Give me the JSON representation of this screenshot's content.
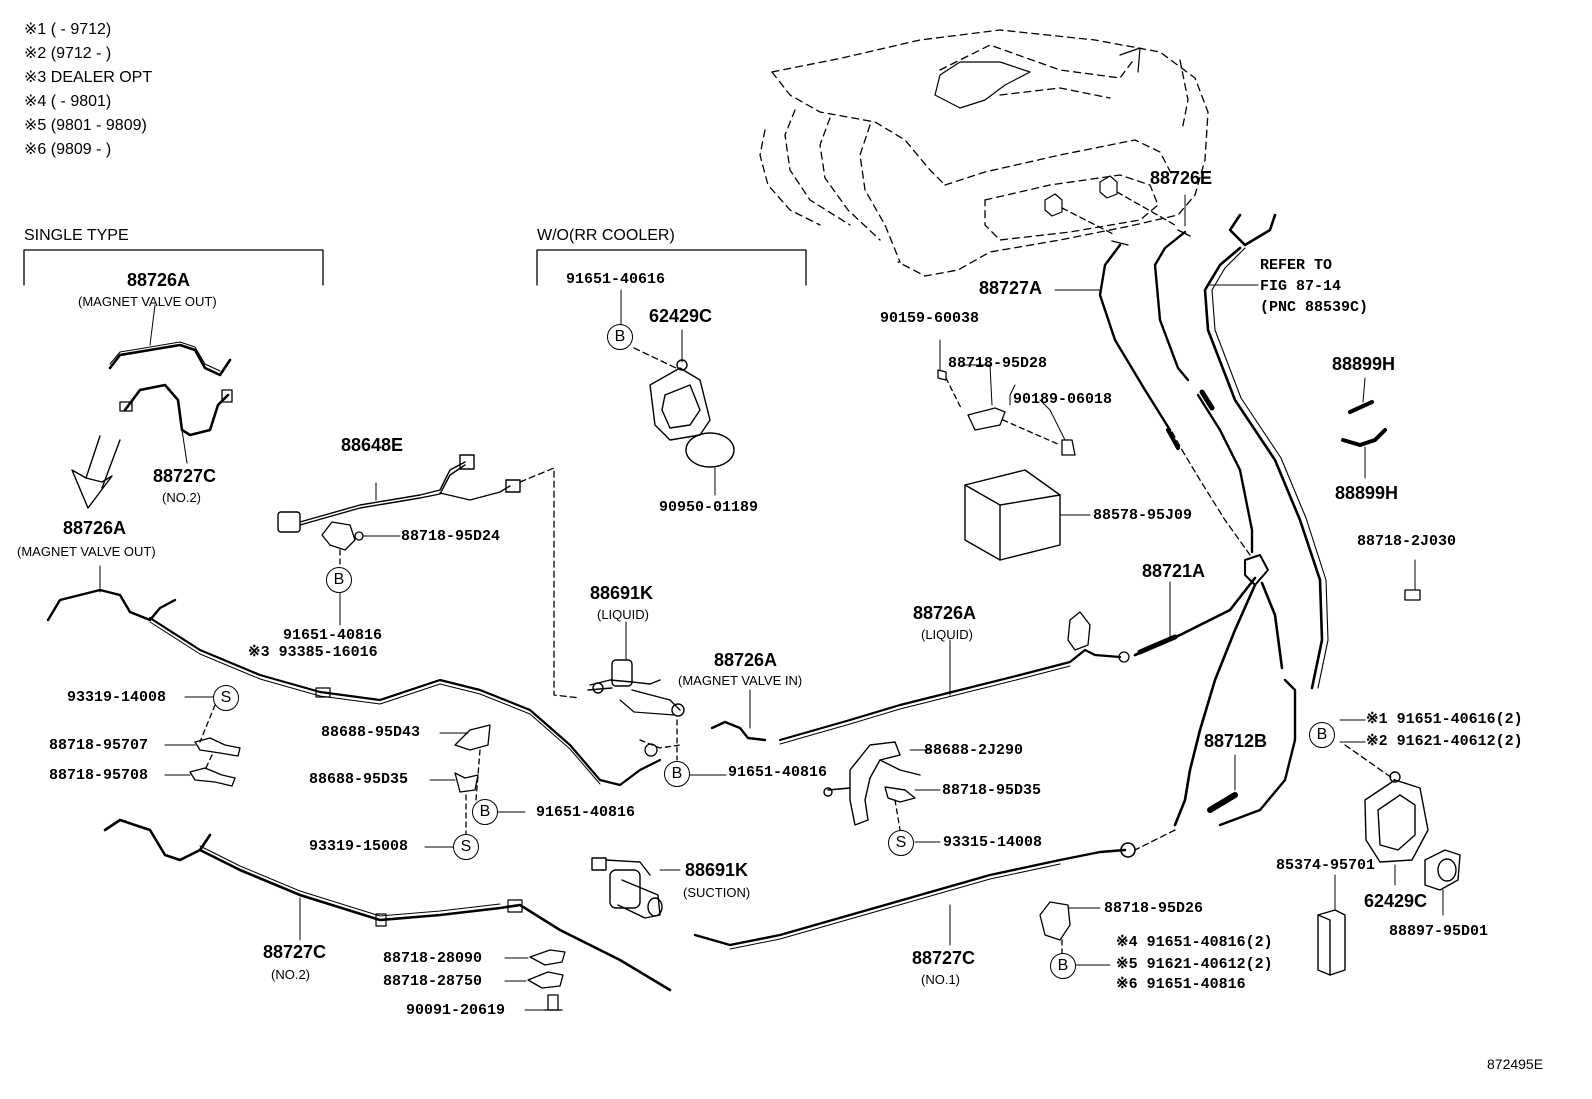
{
  "legend": [
    {
      "mark": "※1",
      "range": "(        - 9712)"
    },
    {
      "mark": "※2",
      "range": "(9712 -        )"
    },
    {
      "mark": "※3",
      "range": "DEALER OPT"
    },
    {
      "mark": "※4",
      "range": "(        - 9801)"
    },
    {
      "mark": "※5",
      "range": "(9801 - 9809)"
    },
    {
      "mark": "※6",
      "range": "(9809 -        )"
    }
  ],
  "groups": {
    "single_type": "SINGLE TYPE",
    "wo_rr_cooler": "W/O(RR COOLER)"
  },
  "callouts": {
    "b": "B",
    "s": "S"
  },
  "parts": {
    "p88726A_top": "88726A",
    "p88726A_top_sub": "(MAGNET VALVE OUT)",
    "p88727C_top": "88727C",
    "p88727C_top_sub": "(NO.2)",
    "p88726A_mid": "88726A",
    "p88726A_mid_sub": "(MAGNET VALVE OUT)",
    "p91651_40616_a": "91651-40616",
    "p62429C_a": "62429C",
    "p90950_01189": "90950-01189",
    "p88648E": "88648E",
    "p88718_95D24": "88718-95D24",
    "p91651_40816_a": "91651-40816",
    "p93385_16016": "※3 93385-16016",
    "p88691K_liq": "88691K",
    "p88691K_liq_sub": "(LIQUID)",
    "p88726A_magin": "88726A",
    "p88726A_magin_sub": "(MAGNET VALVE IN)",
    "p93319_14008": "93319-14008",
    "p88718_95707": "88718-95707",
    "p88718_95708": "88718-95708",
    "p88688_95D43": "88688-95D43",
    "p88688_95D35": "88688-95D35",
    "p91651_40816_b": "91651-40816",
    "p91651_40816_c": "91651-40816",
    "p93319_15008": "93319-15008",
    "p88691K_suc": "88691K",
    "p88691K_suc_sub": "(SUCTION)",
    "p88727C_bot": "88727C",
    "p88727C_bot_sub": "(NO.2)",
    "p88718_28090": "88718-28090",
    "p88718_28750": "88718-28750",
    "p90091_20619": "90091-20619",
    "p88726E": "88726E",
    "p88727A": "88727A",
    "refer1": "REFER TO",
    "refer2": "FIG 87-14",
    "refer3": "(PNC 88539C)",
    "p90159_60038": "90159-60038",
    "p88718_95D28": "88718-95D28",
    "p90189_06018": "90189-06018",
    "p88578_95J09": "88578-95J09",
    "p88899H_a": "88899H",
    "p88899H_b": "88899H",
    "p88718_2J030": "88718-2J030",
    "p88721A": "88721A",
    "p88726A_liq": "88726A",
    "p88726A_liq_sub": "(LIQUID)",
    "p88688_2J290": "88688-2J290",
    "p88718_95D35": "88718-95D35",
    "p93315_14008": "93315-14008",
    "p88712B": "88712B",
    "n1": "※1 91651-40616(2)",
    "n2": "※2 91621-40612(2)",
    "p85374_95701": "85374-95701",
    "p62429C_b": "62429C",
    "p88897_95D01": "88897-95D01",
    "p88718_95D26": "88718-95D26",
    "n4": "※4 91651-40816(2)",
    "n5": "※5 91621-40612(2)",
    "n6": "※6 91651-40816",
    "p88727C_no1": "88727C",
    "p88727C_no1_sub": "(NO.1)"
  },
  "figure_id": "872495E"
}
